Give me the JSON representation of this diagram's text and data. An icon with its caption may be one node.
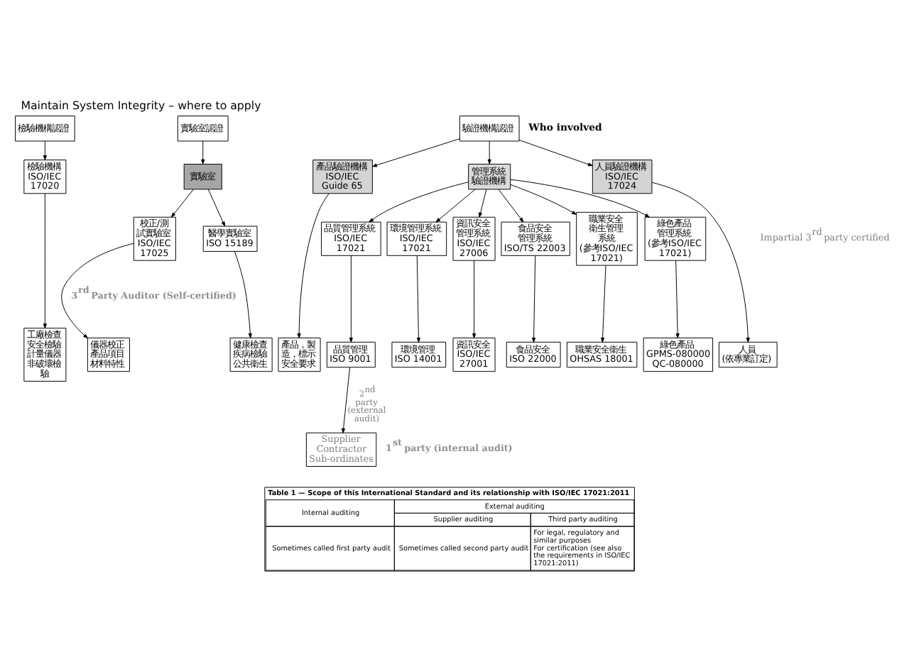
{
  "diagram": {
    "title": "Maintain System Integrity – where to apply",
    "nodes": [
      {
        "text": [
          "檢驗機構認證"
        ]
      },
      {
        "text": [
          "實驗室認證"
        ]
      },
      {
        "text": [
          "驗證機構認證"
        ]
      },
      {
        "text": [
          "檢驗機構",
          "ISO/IEC 17020"
        ]
      },
      {
        "text": [
          "實驗室"
        ]
      },
      {
        "text": [
          "產品驗證機構",
          "ISO/IEC Guide 65"
        ]
      },
      {
        "text": [
          "管理系統驗證機構"
        ]
      },
      {
        "text": [
          "人員驗證機構",
          "ISO/IEC 17024"
        ]
      },
      {
        "text": [
          "校正/測試實驗室",
          "ISO/IEC 17025"
        ]
      },
      {
        "text": [
          "醫學實驗室",
          "ISO 15189"
        ]
      },
      {
        "text": [
          "品質管理系統",
          "ISO/IEC 17021"
        ]
      },
      {
        "text": [
          "環境管理系統",
          "ISO/IEC 17021"
        ]
      },
      {
        "text": [
          "資訊安全管理系統",
          "ISO/IEC 27006"
        ]
      },
      {
        "text": [
          "食品安全管理系統",
          "ISO/TS 22003"
        ]
      },
      {
        "text": [
          "職業安全衛生管理系統",
          "(參考ISO/IEC 17021)"
        ]
      },
      {
        "text": [
          "綠色產品管理系統",
          "(參考ISO/IEC 17021)"
        ]
      },
      {
        "text": [
          "工廠檢查安全檢驗計量儀器非破壞檢驗"
        ]
      },
      {
        "text": [
          "儀器校正產品項目材料特性"
        ]
      },
      {
        "text": [
          "健康檢查疾病檢驗公共衛生"
        ]
      },
      {
        "text": [
          "產品，製造，標示安全要求"
        ]
      },
      {
        "text": [
          "品質管理",
          "ISO 9001"
        ]
      },
      {
        "text": [
          "環境管理",
          "ISO 14001"
        ]
      },
      {
        "text": [
          "資訊安全",
          "ISO/IEC 27001"
        ]
      },
      {
        "text": [
          "食品安全",
          "ISO 22000"
        ]
      },
      {
        "text": [
          "職業安全衛生",
          "OHSAS 18001"
        ]
      },
      {
        "text": [
          "綠色產品",
          "GPMS-080000 QC-080000"
        ]
      },
      {
        "text": [
          "人員",
          "(依專業訂定)"
        ]
      },
      {
        "text": [
          "Supplier",
          "Contractor",
          "Sub-ordinates"
        ]
      }
    ],
    "edges": [
      {
        "from": 0,
        "to": 3,
        "arrow": "to"
      },
      {
        "from": 1,
        "to": 4,
        "arrow": "to"
      },
      {
        "from": 2,
        "to": 5,
        "arrow": "to"
      },
      {
        "from": 2,
        "to": 6,
        "arrow": "to"
      },
      {
        "from": 2,
        "to": 7,
        "arrow": "to"
      },
      {
        "from": 3,
        "to": 16,
        "arrow": "to"
      },
      {
        "from": 4,
        "to": 8,
        "arrow": "to"
      },
      {
        "from": 4,
        "to": 9,
        "arrow": "to"
      },
      {
        "from": 5,
        "to": 19,
        "arrow": "to"
      },
      {
        "from": 6,
        "to": 10,
        "arrow": "to"
      },
      {
        "from": 6,
        "to": 11,
        "arrow": "to"
      },
      {
        "from": 6,
        "to": 12,
        "arrow": "to"
      },
      {
        "from": 6,
        "to": 13,
        "arrow": "to"
      },
      {
        "from": 6,
        "to": 14,
        "arrow": "to"
      },
      {
        "from": 6,
        "to": 15,
        "arrow": "to"
      },
      {
        "from": 7,
        "to": 26,
        "arrow": "to"
      },
      {
        "from": 8,
        "to": 17,
        "arrow": "to"
      },
      {
        "from": 9,
        "to": 18,
        "arrow": "to"
      },
      {
        "from": 10,
        "to": 20,
        "arrow": "to"
      },
      {
        "from": 11,
        "to": 21,
        "arrow": "to"
      },
      {
        "from": 12,
        "to": 22,
        "arrow": "to"
      },
      {
        "from": 13,
        "to": 23,
        "arrow": "to"
      },
      {
        "from": 14,
        "to": 24,
        "arrow": "to"
      },
      {
        "from": 15,
        "to": 25,
        "arrow": "to"
      },
      {
        "from": 20,
        "to": 27,
        "arrow": "to",
        "label": "2$^{nd}$ party (external audit)"
      }
    ],
    "labels": [
      "Who involved",
      "3$^{rd}$ Party Auditor (Self-certified)",
      "Impartial 3$^{rd}$ party certified",
      "1$^{st}$ party (internal audit)",
      "Table 1 — Scope of this International Standard and its relationship with ISO/IEC 17021:2011",
      "Internal auditing",
      "External auditing",
      "Supplier auditing",
      "Third party auditing",
      "Sometimes called first party audit",
      "Sometimes called second party audit",
      "For legal, regulatory and similar purposes",
      "For certification (see also the requirements in ISO/IEC 17021:2011)"
    ]
  }
}
